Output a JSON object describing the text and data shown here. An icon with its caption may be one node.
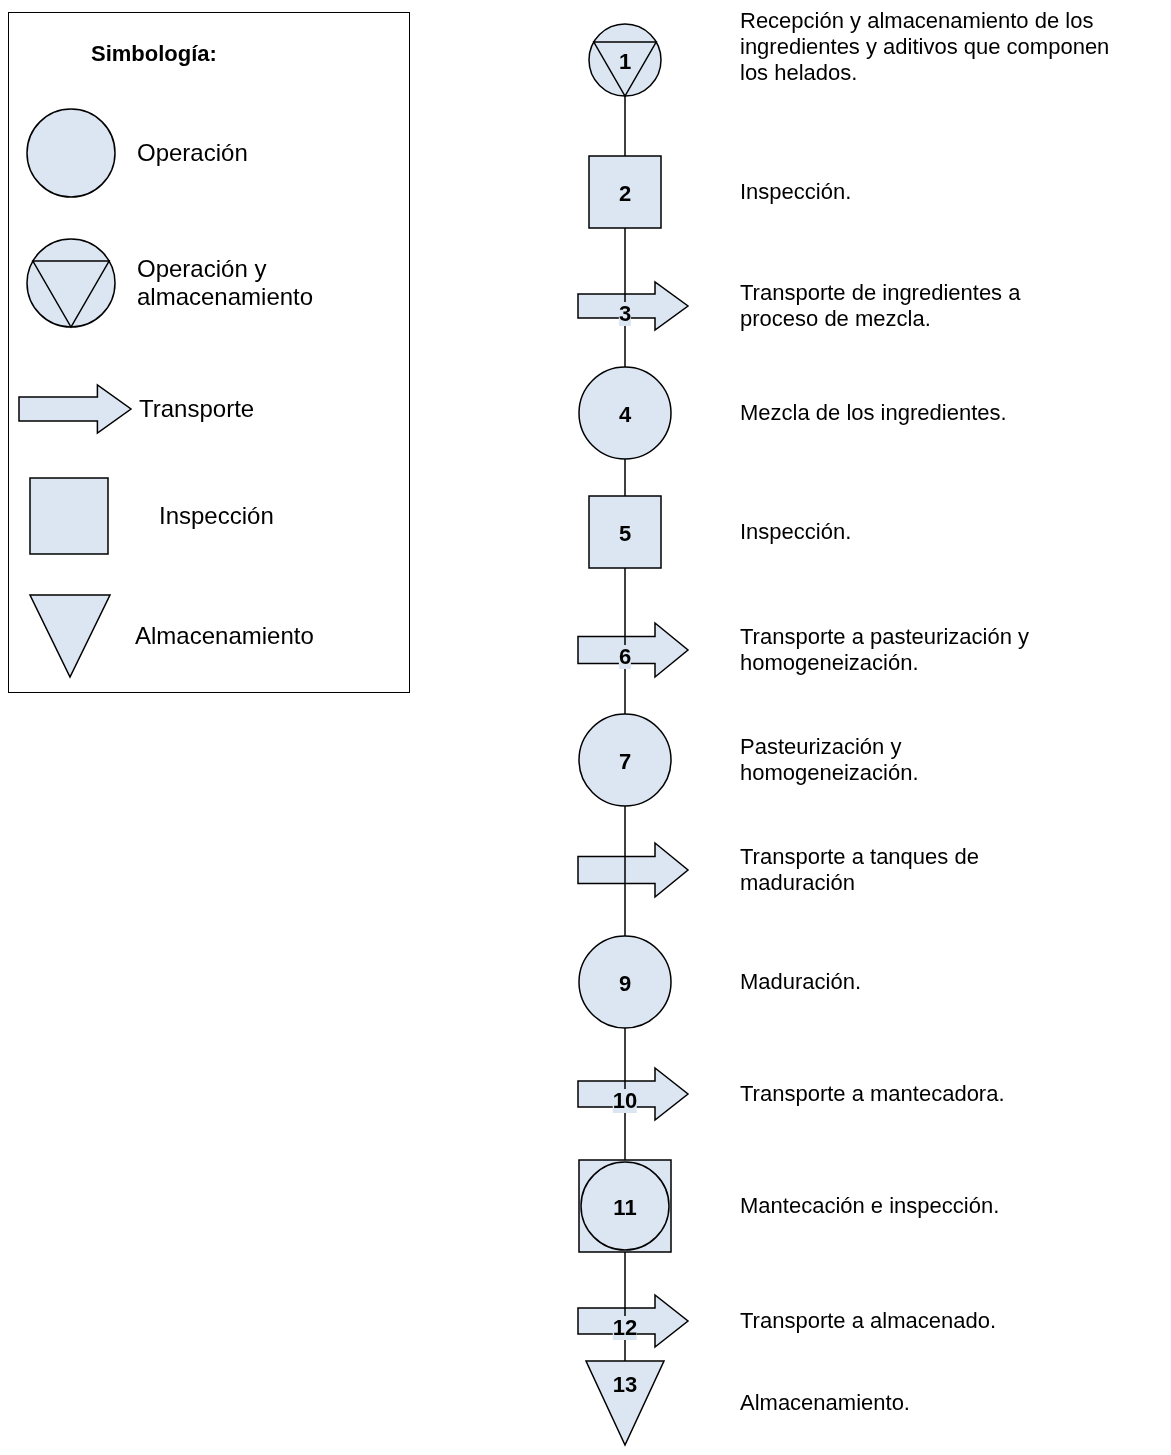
{
  "diagram": {
    "nodes": [
      {
        "text": [
          "1"
        ],
        "beside": [
          "Recepción y almacenamiento de los ingredientes y aditivos que componen los helados."
        ]
      },
      {
        "text": [
          "2"
        ],
        "beside": [
          "Inspección."
        ]
      },
      {
        "text": [
          "3"
        ],
        "beside": [
          "Transporte de ingredientes a proceso de mezcla."
        ]
      },
      {
        "text": [
          "4"
        ],
        "beside": [
          "Mezcla de los ingredientes."
        ]
      },
      {
        "text": [
          "5"
        ],
        "beside": [
          "Inspección."
        ]
      },
      {
        "text": [
          "6"
        ],
        "beside": [
          "Transporte a pasteurización y homogeneización."
        ]
      },
      {
        "text": [
          "7"
        ],
        "beside": [
          "Pasteurización y homogeneización."
        ]
      },
      {
        "text": [],
        "shape": "arrow",
        "beside": [
          "Transporte a tanques de maduración"
        ]
      },
      {
        "text": [
          "9"
        ],
        "beside": [
          "Maduración."
        ]
      },
      {
        "text": [
          "10"
        ],
        "beside": [
          "Transporte a mantecadora."
        ]
      },
      {
        "text": [
          "11"
        ],
        "beside": [
          "Mantecación e inspección."
        ]
      },
      {
        "text": [
          "12"
        ],
        "beside": [
          "Transporte a almacenado."
        ]
      },
      {
        "text": [
          "13"
        ],
        "beside": [
          "Almacenamiento."
        ]
      }
    ],
    "edges": [
      {
        "from": 0,
        "to": 1,
        "arrow": "none"
      },
      {
        "from": 1,
        "to": 2,
        "arrow": "none"
      },
      {
        "from": 2,
        "to": 3,
        "arrow": "none"
      },
      {
        "from": 3,
        "to": 4,
        "arrow": "none"
      },
      {
        "from": 4,
        "to": 5,
        "arrow": "none"
      },
      {
        "from": 5,
        "to": 6,
        "arrow": "none"
      },
      {
        "from": 6,
        "to": 7,
        "arrow": "none"
      },
      {
        "from": 7,
        "to": 8,
        "arrow": "none"
      },
      {
        "from": 8,
        "to": 9,
        "arrow": "none"
      },
      {
        "from": 9,
        "to": 10,
        "arrow": "none"
      },
      {
        "from": 10,
        "to": 11,
        "arrow": "none"
      },
      {
        "from": 11,
        "to": 12,
        "arrow": "none"
      }
    ],
    "labels": [
      "Simbología:"
    ],
    "legend": [
      {
        "text": "Operación"
      },
      {
        "text": "Operación y almacenamiento"
      },
      {
        "text": "Transporte"
      },
      {
        "text": "Inspección"
      },
      {
        "text": "Almacenamiento"
      }
    ]
  }
}
